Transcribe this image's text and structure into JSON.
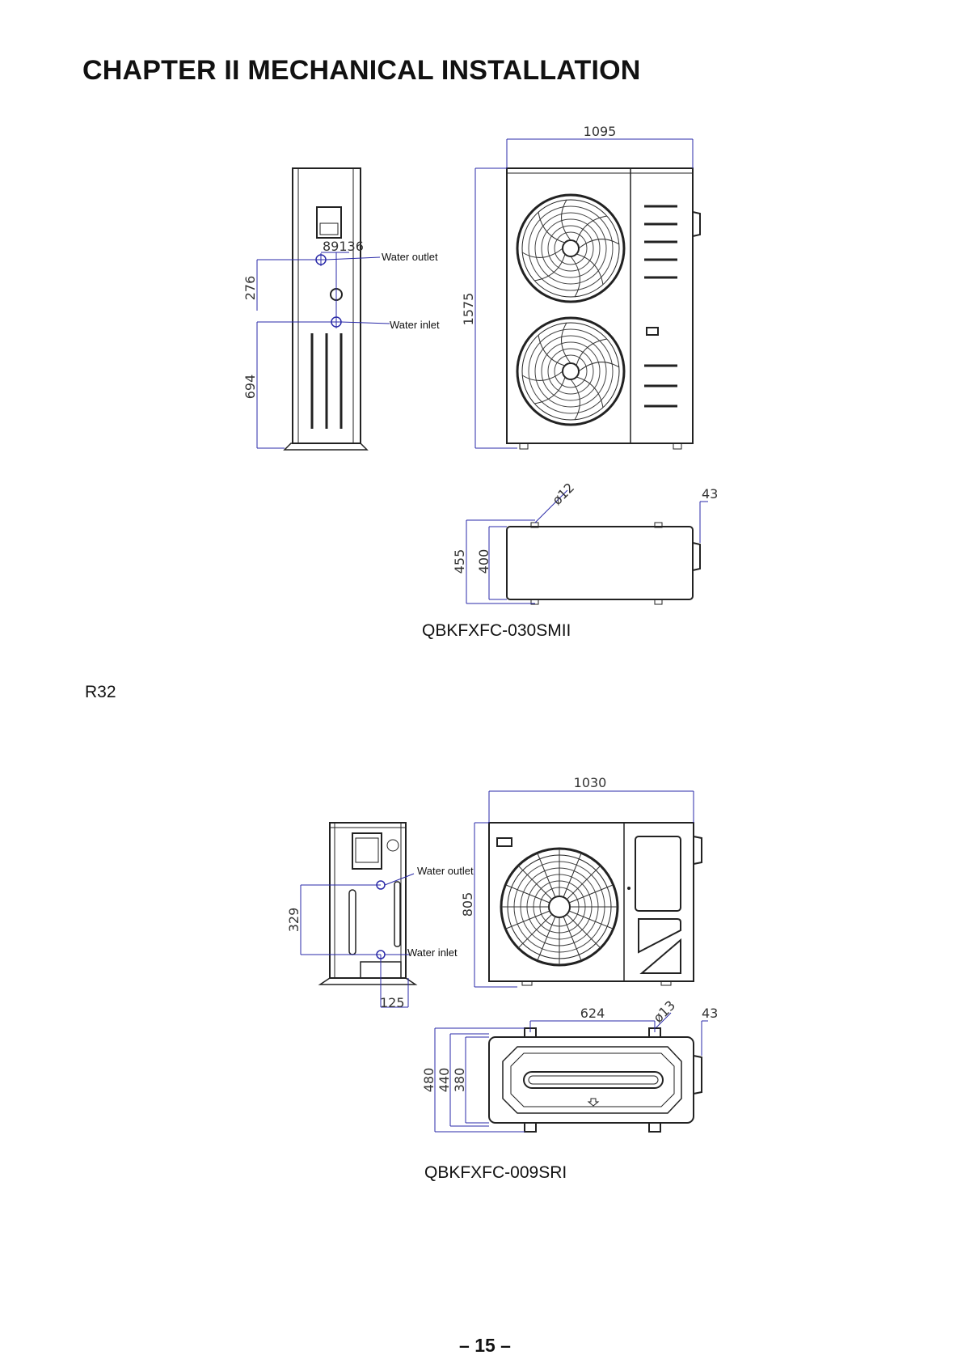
{
  "header": {
    "title": "CHAPTER II MECHANICAL INSTALLATION"
  },
  "units": [
    {
      "model": "QBKFXFC-030SMII",
      "labels": {
        "water_outlet": "Water outlet",
        "water_inlet": "Water inlet"
      },
      "dimensions": {
        "width": "1095",
        "height": "1575",
        "depth_outer": "455",
        "depth_inner": "400",
        "outlet_height": "276",
        "inlet_height": "694",
        "outlet_offset": "89136",
        "hole_diameter": "ø12",
        "protrusion": "43"
      }
    },
    {
      "model": "QBKFXFC-009SRI",
      "labels": {
        "water_outlet": "Water outlet",
        "water_inlet": "Water inlet"
      },
      "dimensions": {
        "width": "1030",
        "height": "805",
        "depth_outer": "480",
        "depth_mid": "440",
        "depth_inner": "380",
        "pipe_spacing": "329",
        "inlet_offset": "125",
        "mount_spacing": "624",
        "hole_diameter": "ø13",
        "protrusion": "43"
      }
    }
  ],
  "refrigerant_note": "R32",
  "footer": {
    "page_number": "– 15 –"
  },
  "colors": {
    "dimension_line": "#2a2aa8",
    "outline": "#222222"
  }
}
